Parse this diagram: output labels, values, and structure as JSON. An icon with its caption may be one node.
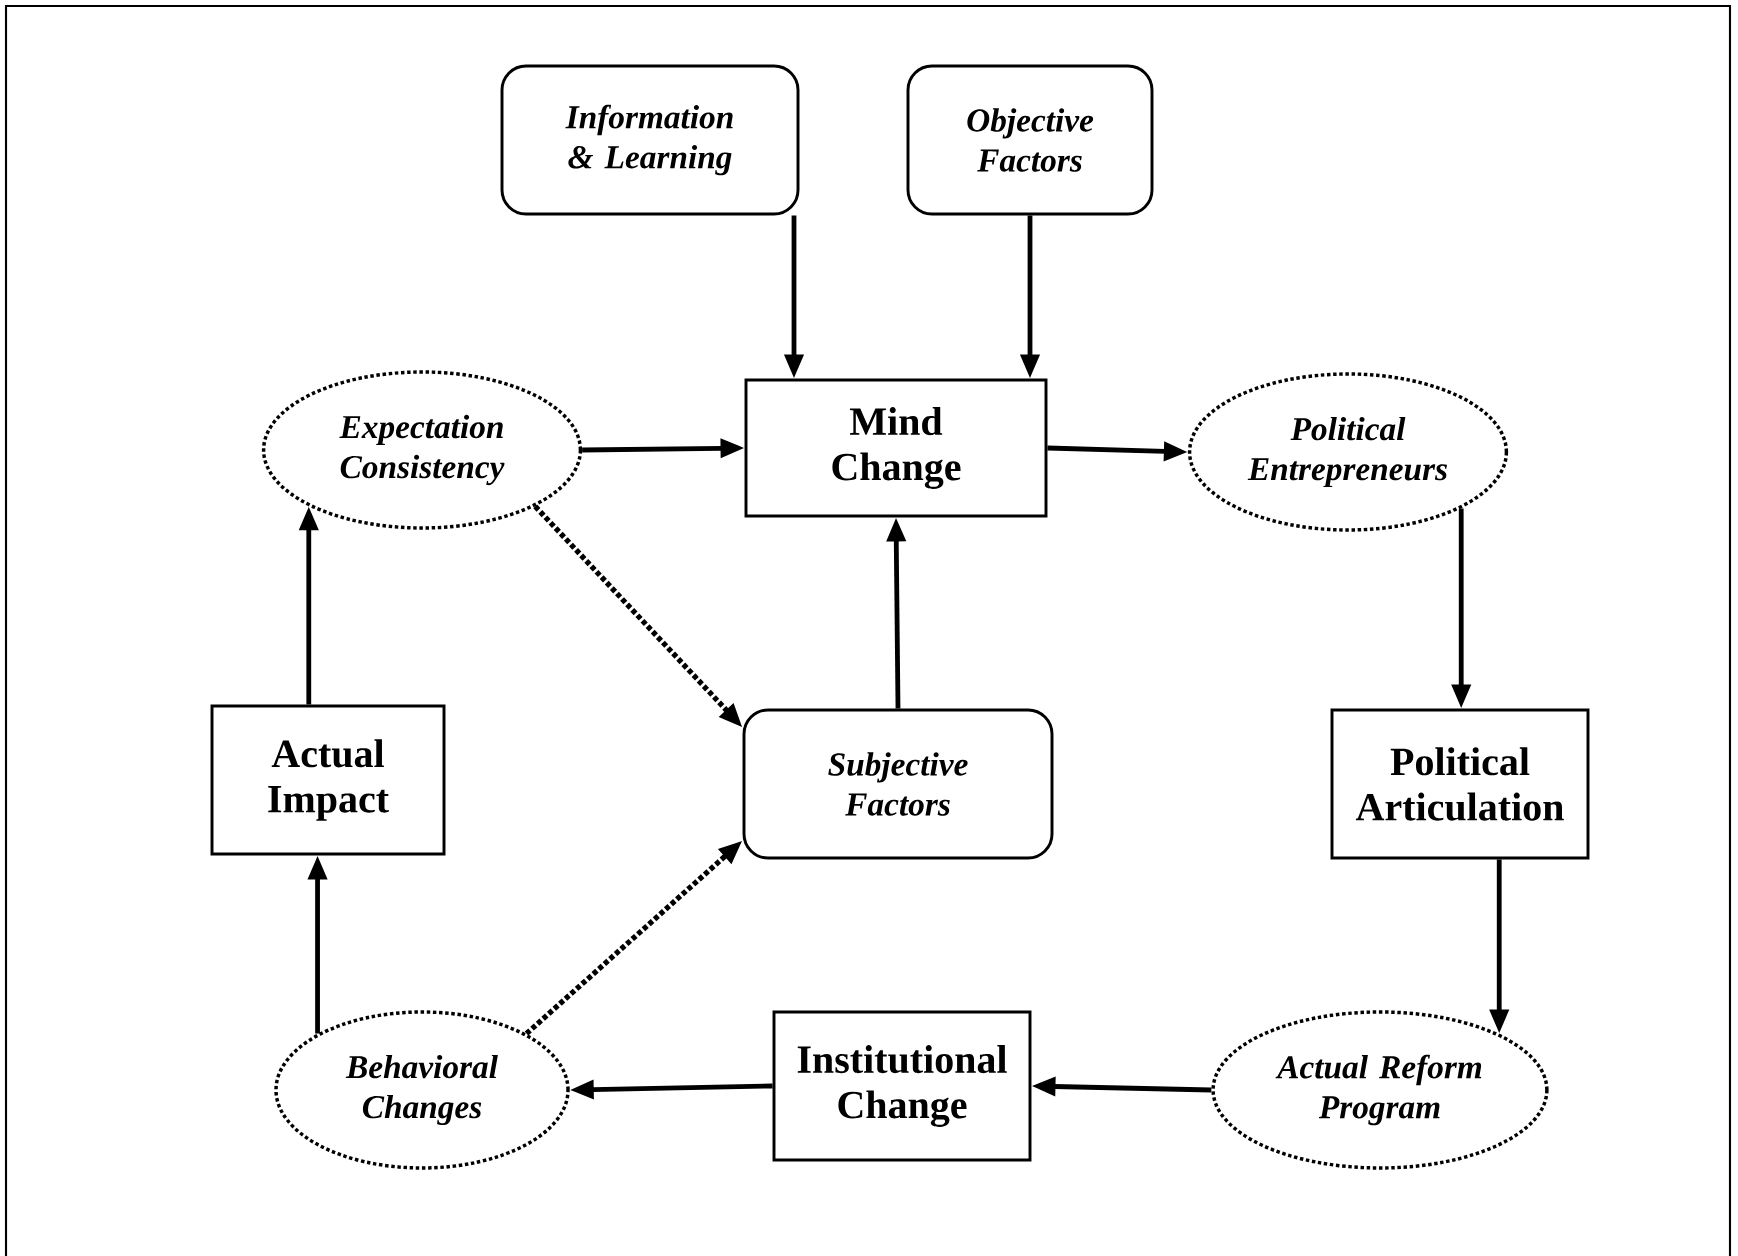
{
  "diagram": {
    "nodes": [
      {
        "text": [
          "Information & Learning"
        ]
      },
      {
        "text": [
          "Objective Factors"
        ]
      },
      {
        "text": [
          "Expectation Consistency"
        ]
      },
      {
        "text": [
          "Mind Change"
        ]
      },
      {
        "text": [
          "Political Entrepreneurs"
        ]
      },
      {
        "text": [
          "Actual Impact"
        ]
      },
      {
        "text": [
          "Subjective Factors"
        ]
      },
      {
        "text": [
          "Political Articulation"
        ]
      },
      {
        "text": [
          "Behavioral Changes"
        ]
      },
      {
        "text": [
          "Institutional Change"
        ]
      },
      {
        "text": [
          "Actual Reform Program"
        ]
      }
    ],
    "edges": [
      {
        "from": 0,
        "to": 3,
        "arrow": "to"
      },
      {
        "from": 1,
        "to": 3,
        "arrow": "to"
      },
      {
        "from": 2,
        "to": 3,
        "arrow": "to"
      },
      {
        "from": 3,
        "to": 4,
        "arrow": "to"
      },
      {
        "from": 4,
        "to": 7,
        "arrow": "to"
      },
      {
        "from": 7,
        "to": 10,
        "arrow": "to"
      },
      {
        "from": 10,
        "to": 9,
        "arrow": "to"
      },
      {
        "from": 9,
        "to": 8,
        "arrow": "to"
      },
      {
        "from": 8,
        "to": 5,
        "arrow": "to"
      },
      {
        "from": 5,
        "to": 2,
        "arrow": "to"
      },
      {
        "from": 2,
        "to": 6,
        "arrow": "to",
        "style": "dashed"
      },
      {
        "from": 8,
        "to": 6,
        "arrow": "to",
        "style": "dashed"
      },
      {
        "from": 6,
        "to": 3,
        "arrow": "to"
      }
    ]
  }
}
